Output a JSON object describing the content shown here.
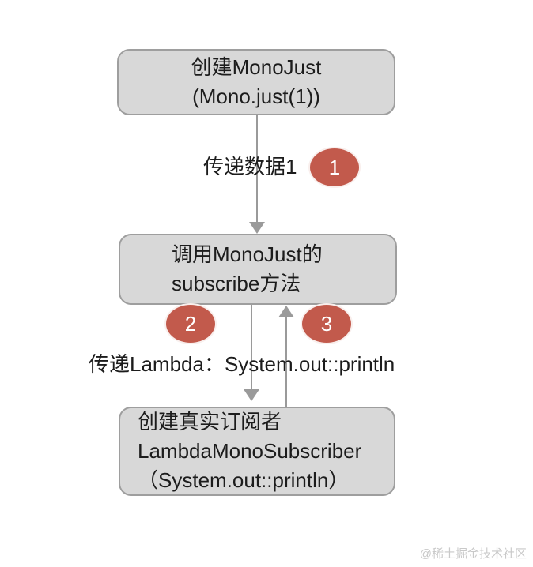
{
  "colors": {
    "node_fill": "#d8d8d8",
    "node_border": "#9e9e9e",
    "arrow": "#9a9a9a",
    "badge_fill": "#c25a4c",
    "badge_text": "#ffffff",
    "text": "#1c1c1c",
    "watermark": "#c9c9c9"
  },
  "nodes": {
    "top": {
      "line1": "创建MonoJust",
      "line2": "(Mono.just(1))"
    },
    "middle": {
      "line1": "调用MonoJust的",
      "line2": "subscribe方法"
    },
    "bottom": {
      "line1": "创建真实订阅者",
      "line2": "LambdaMonoSubscriber",
      "line3": "（System.out::println）"
    }
  },
  "labels": {
    "edge1": "传递数据1",
    "edge2": "传递Lambda：System.out::println"
  },
  "badges": {
    "b1": "1",
    "b2": "2",
    "b3": "3"
  },
  "watermark": "@稀土掘金技术社区"
}
